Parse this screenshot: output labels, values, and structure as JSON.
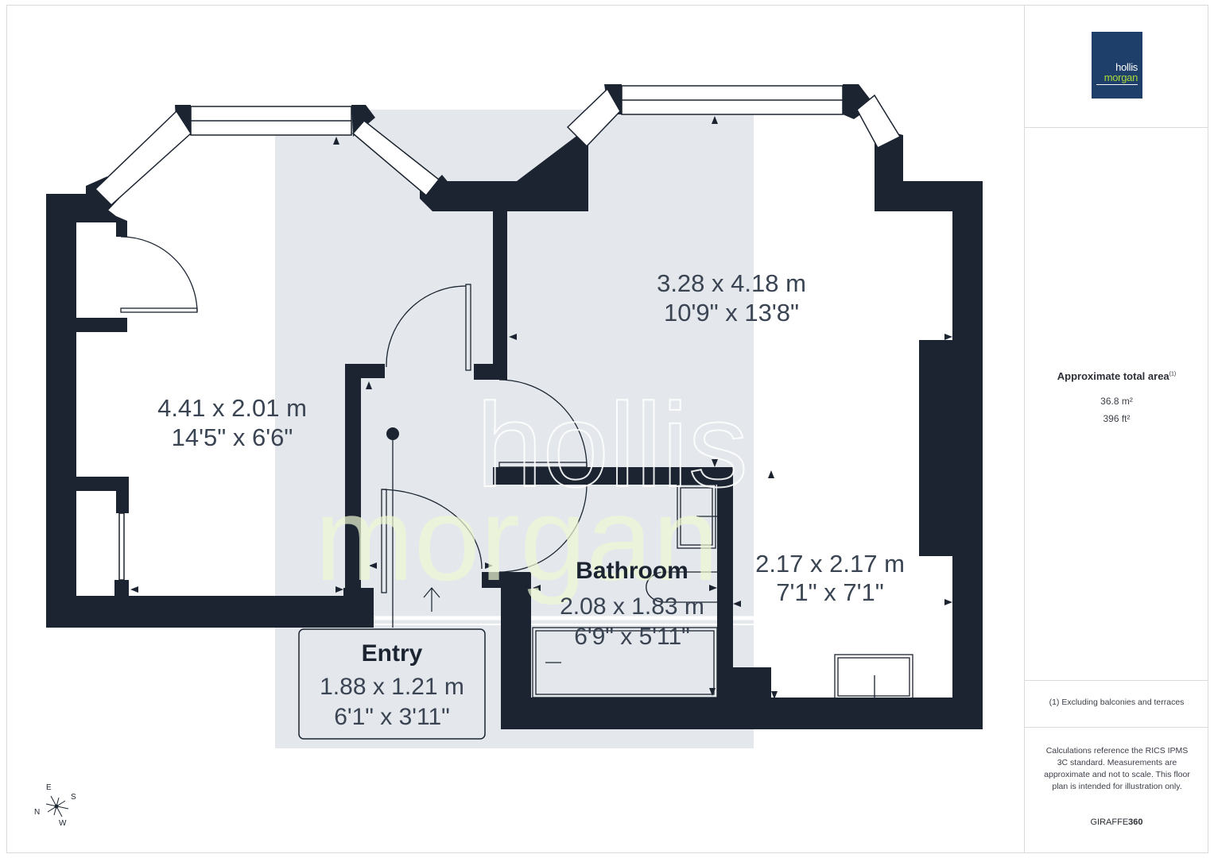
{
  "watermark": {
    "line1": "hollis",
    "line2": "morgan"
  },
  "rooms": [
    {
      "id": "left_room",
      "dimensions_metric": "4.41 x 2.01 m",
      "dimensions_imperial": "14'5\" x 6'6\""
    },
    {
      "id": "main_room",
      "dimensions_metric": "3.28 x 4.18 m",
      "dimensions_imperial": "10'9\" x 13'8\""
    },
    {
      "id": "bathroom",
      "name": "Bathroom",
      "dimensions_metric": "2.08 x 1.83 m",
      "dimensions_imperial": "6'9\" x 5'11\""
    },
    {
      "id": "right_lower_room",
      "dimensions_metric": "2.17 x 2.17 m",
      "dimensions_imperial": "7'1\" x 7'1\""
    },
    {
      "id": "entry",
      "name": "Entry",
      "dimensions_metric": "1.88 x 1.21 m",
      "dimensions_imperial": "6'1\" x 3'11\""
    }
  ],
  "compass": {
    "north": "N",
    "east": "E",
    "south": "S",
    "west": "W"
  },
  "sidebar": {
    "logo": {
      "word1": "hollis",
      "word2": "morgan"
    },
    "area_title": "Approximate total area",
    "area_title_note": "(1)",
    "area_metric": "36.8 m²",
    "area_imperial": "396 ft²",
    "footnote": "(1) Excluding balconies and terraces",
    "calculation_note": "Calculations reference the RICS IPMS 3C standard. Measurements are approximate and not to scale. This floor plan is intended for illustration only.",
    "brand_light": "GIRAFFE",
    "brand_bold": "360"
  },
  "colors": {
    "wall": "#1b2430",
    "watermark_panel": "#e4e8ec",
    "logo_blue": "#1f3f6b",
    "logo_green": "#a8d93a"
  }
}
